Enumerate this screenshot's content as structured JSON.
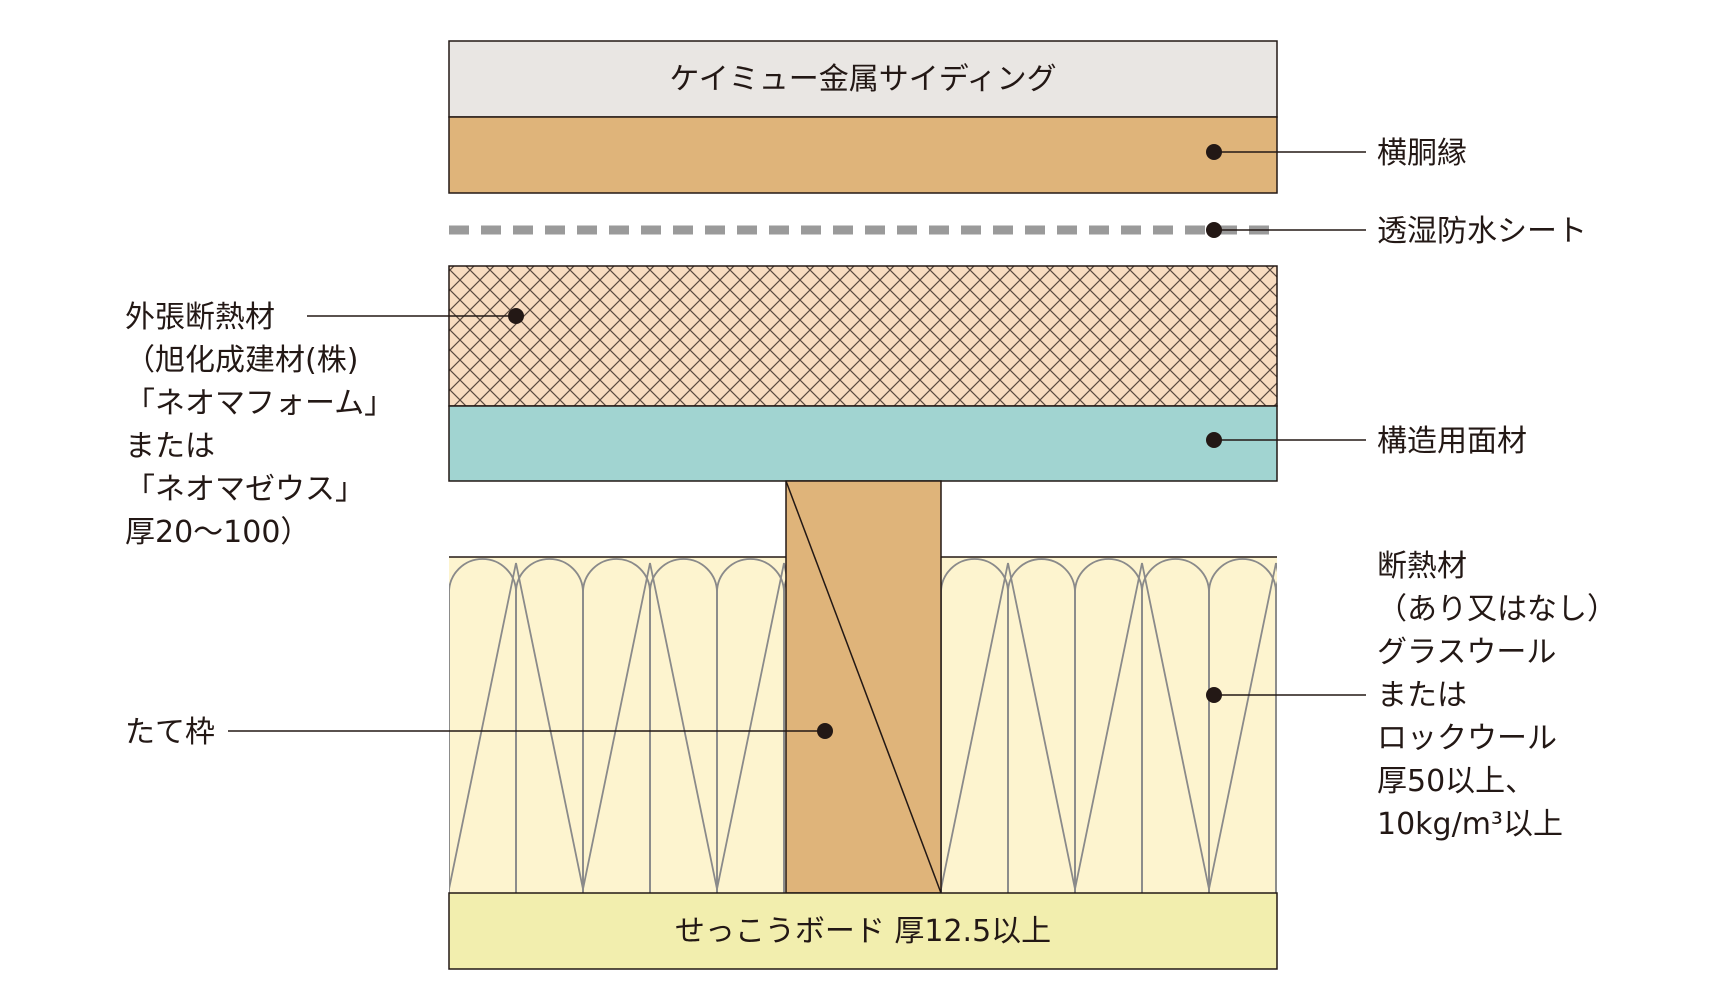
{
  "layers": {
    "siding": "ケイミュー金属サイディング",
    "gypsum_board": "せっこうボード 厚12.5以上"
  },
  "labels": {
    "furring": "横胴縁",
    "membrane": "透湿防水シート",
    "structural_panel": "構造用面材",
    "exterior_insulation": [
      "外張断熱材",
      "（旭化成建材(株)",
      "「ネオマフォーム」",
      "または",
      "「ネオマゼウス」",
      "厚20〜100）"
    ],
    "stud": "たて枠",
    "cavity_insulation": [
      "断熱材",
      "（あり又はなし）",
      "グラスウール",
      "または",
      "ロックウール",
      "厚50以上、",
      "10kg/m³以上"
    ]
  },
  "colors": {
    "siding": "#e9e6e3",
    "furring": "#dfb47a",
    "membrane": "#9a9a9a",
    "exterior_insulation": "#f8dcc0",
    "structural_panel": "#a1d4d1",
    "stud": "#dfb47a",
    "cavity_insulation": "#fdf4cf",
    "gypsum_board": "#f2eeae",
    "line": "#231815"
  }
}
